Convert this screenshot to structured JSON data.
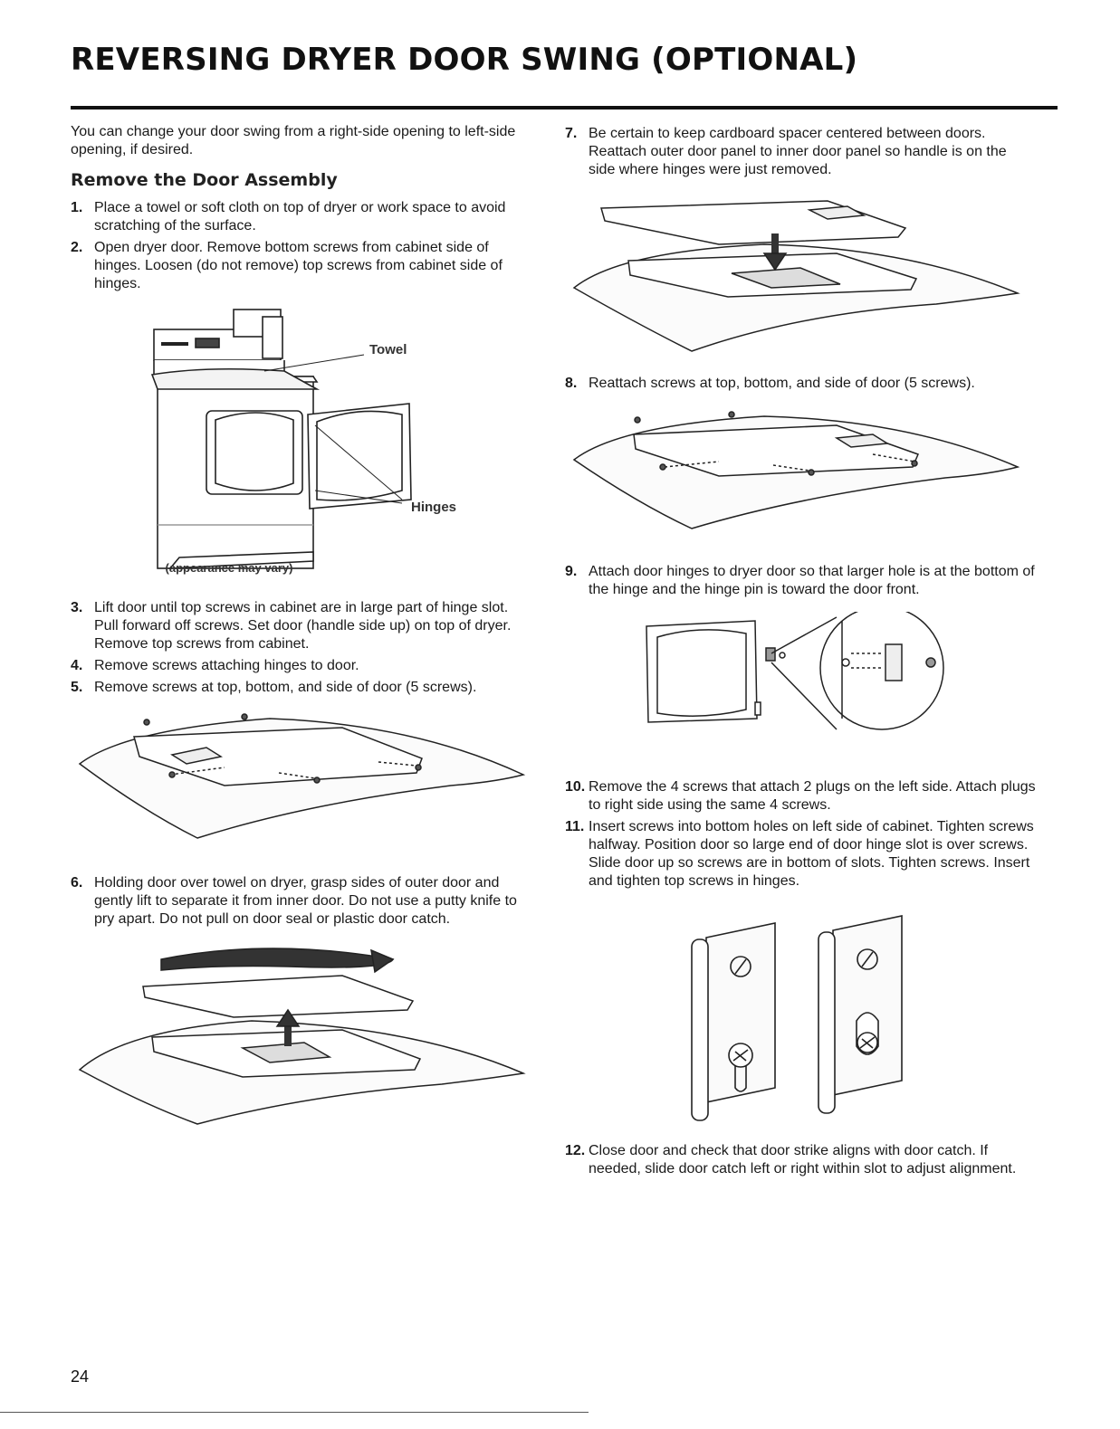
{
  "title": "REVERSING DRYER DOOR SWING (OPTIONAL)",
  "intro": "You can change your door swing from a right-side opening to left-side opening, if desired.",
  "section_heading": "Remove the Door Assembly",
  "steps": [
    {
      "num": "1.",
      "text": "Place a towel or soft cloth on top of dryer or work space to avoid scratching of the surface."
    },
    {
      "num": "2.",
      "text": "Open dryer door. Remove bottom screws from cabinet side of hinges. Loosen (do not remove) top screws from cabinet side of hinges."
    },
    {
      "num": "3.",
      "text": "Lift door until top screws in cabinet are in large part of hinge slot. Pull forward off screws. Set door (handle side up) on top of dryer. Remove top screws from cabinet."
    },
    {
      "num": "4.",
      "text": "Remove screws attaching hinges to door."
    },
    {
      "num": "5.",
      "text": "Remove screws at top, bottom, and side of door (5 screws)."
    },
    {
      "num": "6.",
      "text": "Holding door over towel on dryer, grasp sides of outer door and gently lift to separate it from inner door. Do not use a putty knife to pry apart. Do not pull on door seal or plastic door catch."
    },
    {
      "num": "7.",
      "text": "Be certain to keep cardboard spacer centered between doors. Reattach outer door panel to inner door panel so handle is on the side where hinges were just removed."
    },
    {
      "num": "8.",
      "text": "Reattach screws at top, bottom, and side of door (5 screws)."
    },
    {
      "num": "9.",
      "text": "Attach door hinges to dryer door so that larger hole is at the bottom of the hinge and the hinge pin is toward the door front."
    },
    {
      "num": "10.",
      "text": "Remove the 4 screws that attach 2 plugs on the left side. Attach plugs to right side using the same 4 screws."
    },
    {
      "num": "11.",
      "text": "Insert screws into bottom holes on left side of cabinet. Tighten screws halfway. Position door so large end of door hinge slot is over screws. Slide door up so screws are in bottom of slots. Tighten screws. Insert and tighten top screws in hinges."
    },
    {
      "num": "12.",
      "text": "Close door and check that door strike aligns with door catch. If needed, slide door catch left or right within slot to adjust alignment."
    }
  ],
  "figure_labels": {
    "towel": "Towel",
    "hinges": "Hinges",
    "caption": "(appearance may vary)"
  },
  "page_number": "24"
}
